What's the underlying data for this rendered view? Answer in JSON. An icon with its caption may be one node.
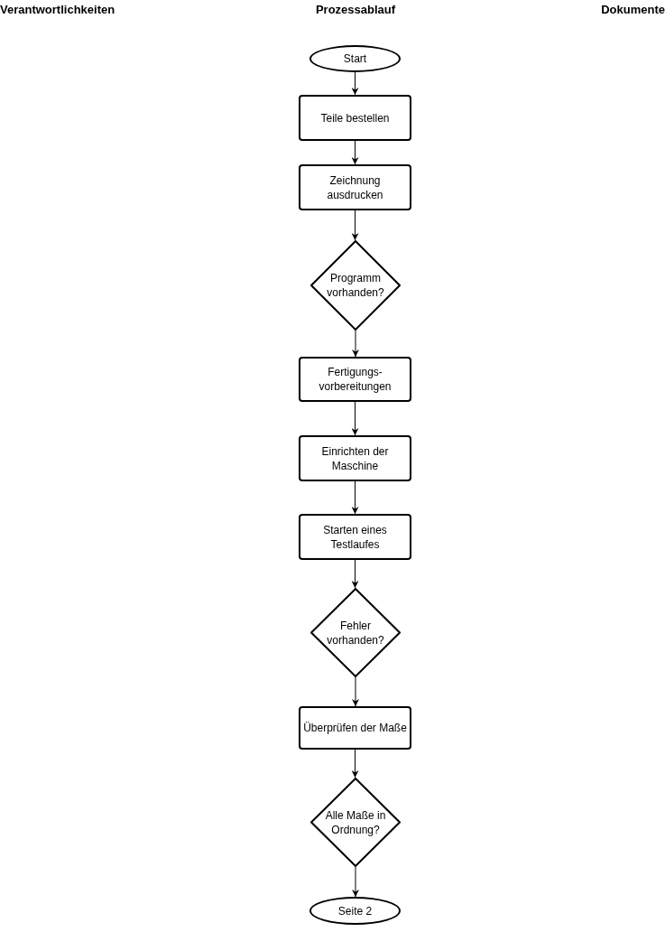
{
  "diagram": {
    "nodes": [
      {
        "text": [
          "Start"
        ]
      },
      {
        "text": [
          "Teile bestellen"
        ]
      },
      {
        "text": [
          "Zeichnung ausdrucken"
        ]
      },
      {
        "text": [
          "Programm vorhanden?"
        ]
      },
      {
        "text": [
          "Fertigungs- vorbereitungen"
        ]
      },
      {
        "text": [
          "Einrichten der Maschine"
        ]
      },
      {
        "text": [
          "Starten eines Testlaufes"
        ]
      },
      {
        "text": [
          "Fehler vorhanden?"
        ]
      },
      {
        "text": [
          "Überprüfen der Maße"
        ]
      },
      {
        "text": [
          "Alle Maße in Ordnung?"
        ]
      },
      {
        "text": [
          "Seite 2"
        ]
      }
    ],
    "edges": [
      {
        "from": 0,
        "to": 1,
        "arrow": "to"
      },
      {
        "from": 1,
        "to": 2,
        "arrow": "to"
      },
      {
        "from": 2,
        "to": 3,
        "arrow": "to"
      },
      {
        "from": 3,
        "to": 4,
        "arrow": "to"
      },
      {
        "from": 4,
        "to": 5,
        "arrow": "to"
      },
      {
        "from": 5,
        "to": 6,
        "arrow": "to"
      },
      {
        "from": 6,
        "to": 7,
        "arrow": "to"
      },
      {
        "from": 7,
        "to": 8,
        "arrow": "to"
      },
      {
        "from": 8,
        "to": 9,
        "arrow": "to"
      },
      {
        "from": 9,
        "to": 10,
        "arrow": "to"
      }
    ],
    "labels": [
      "Verantwortlichkeiten",
      "Prozessablauf",
      "Dokumente"
    ]
  }
}
